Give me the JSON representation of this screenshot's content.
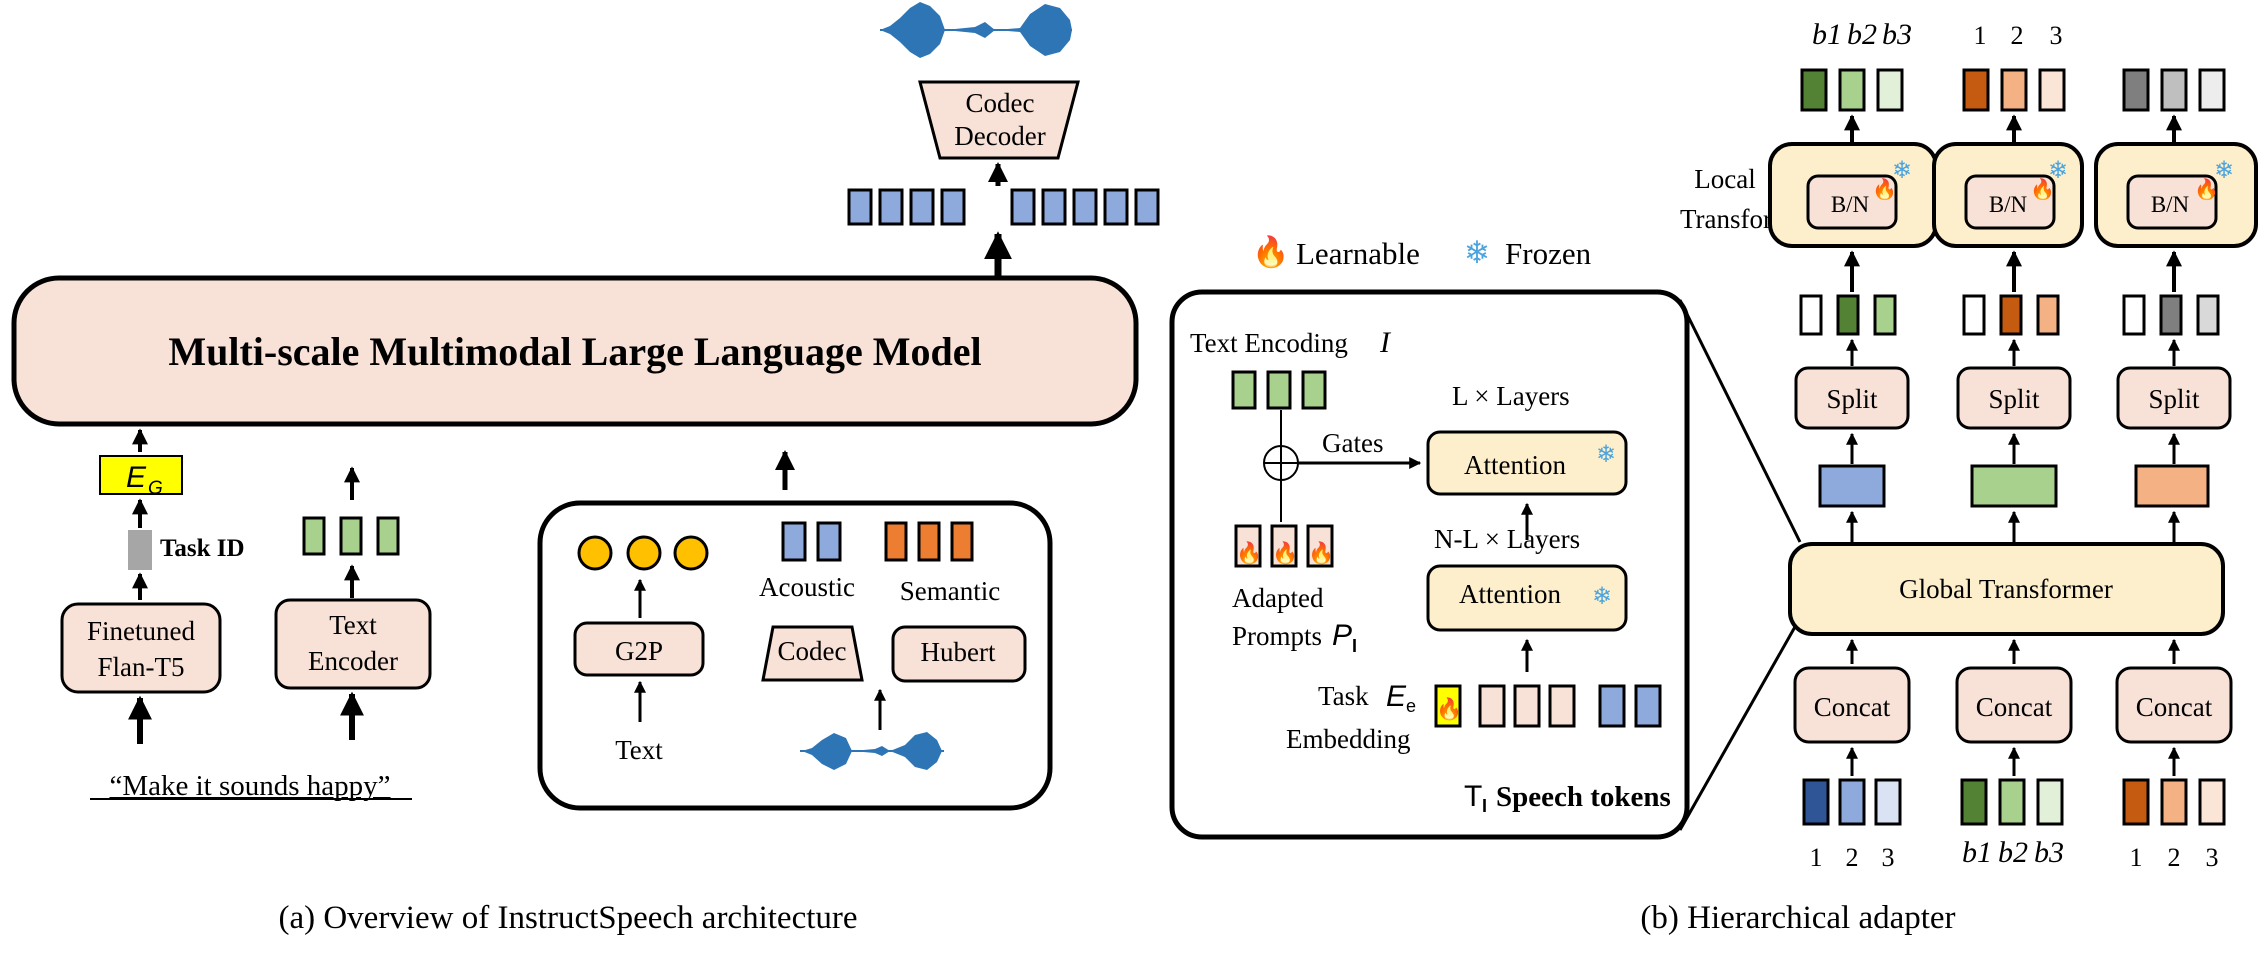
{
  "overview": {
    "caption": "(a) Overview of InstructSpeech architecture",
    "mllm_label": "Multi-scale Multimodal Large Language Model",
    "codec_decoder_line1": "Codec",
    "codec_decoder_line2": "Decoder",
    "eg_label": "E",
    "eg_sub": "G",
    "task_id_label": "Task ID",
    "flan_line1": "Finetuned",
    "flan_line2": "Flan-T5",
    "text_encoder_line1": "Text",
    "text_encoder_line2": "Encoder",
    "instruction_text": "“Make it sounds happy”",
    "g2p_label": "G2P",
    "text_label": "Text",
    "acoustic_label": "Acoustic",
    "semantic_label": "Semantic",
    "codec_label": "Codec",
    "hubert_label": "Hubert"
  },
  "legend": {
    "learnable_label": "Learnable",
    "frozen_label": "Frozen",
    "fire_icon": "🔥",
    "snow_icon": "❄"
  },
  "zoom": {
    "text_encoding_label": "Text Encoding",
    "text_encoding_symbol": "I",
    "l_layers_label": "L × Layers",
    "gates_label": "Gates",
    "attention_label": "Attention",
    "nl_layers_label": "N-L × Layers",
    "adapted_prompts_line1": "Adapted",
    "adapted_prompts_line2": "Prompts",
    "prompt_symbol": "P",
    "prompt_sub": "I",
    "task_line1": "Task",
    "task_line2": "Embedding",
    "task_symbol": "E",
    "task_sub": "e",
    "speech_tokens_prefix": "T",
    "speech_tokens_sub": "I",
    "speech_tokens_label": "Speech tokens"
  },
  "hierarchical": {
    "caption": "(b) Hierarchical adapter",
    "local_transformer_line1": "Local",
    "local_transformer_line2": "Transformer",
    "bn_label": "B/N",
    "split_label": "Split",
    "global_transformer_label": "Global Transformer",
    "concat_label": "Concat",
    "columns": [
      {
        "top": [
          "b1",
          "b2",
          "b3"
        ],
        "bottom": [
          "1",
          "2",
          "3"
        ]
      },
      {
        "top": [
          "1",
          "2",
          "3"
        ],
        "bottom": [
          "b1",
          "b2",
          "b3"
        ]
      },
      {
        "top": [
          "",
          "",
          ""
        ],
        "bottom": [
          "1",
          "2",
          "3"
        ]
      }
    ]
  },
  "colors": {
    "peach_fill": "#f8e1d6",
    "cream_fill": "#fdefcb",
    "blue_token": "#8ea9db",
    "green_token": "#a9d18e",
    "orange_token": "#ed7d31",
    "yellow_circle": "#ffc000",
    "eg_yellow": "#ffff00",
    "waveform_blue": "#2e75b6"
  }
}
